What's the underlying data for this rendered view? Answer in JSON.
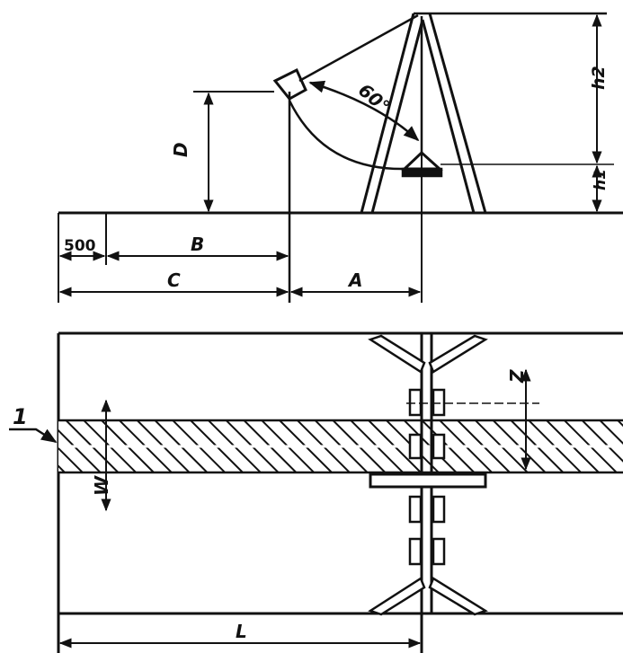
{
  "drawing": {
    "callout": "1",
    "labels": {
      "d": "D",
      "b": "B",
      "c": "C",
      "a": "A",
      "offset": "500",
      "angle": "60°",
      "h2": "h2",
      "h1": "h1",
      "z": "Z",
      "w": "W",
      "l": "L"
    }
  }
}
